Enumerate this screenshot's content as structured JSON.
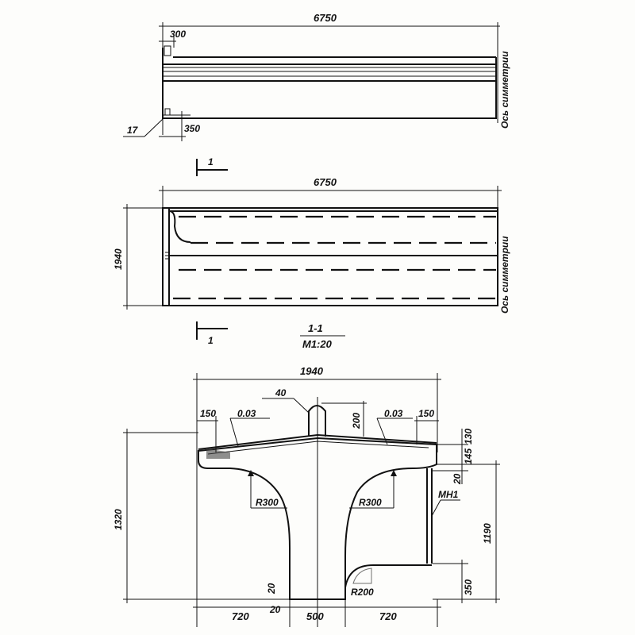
{
  "plan_view": {
    "length_dim": "6750",
    "dim_300": "300",
    "dim_350": "350",
    "callout_17": "17",
    "axis_label": "Ось симметрии"
  },
  "elevation_view": {
    "length_dim": "6750",
    "height_dim": "1940",
    "axis_label": "Ось симметрии",
    "section_mark": "1"
  },
  "section": {
    "title": "1-1",
    "scale": "М1:20",
    "width_dim": "1940",
    "stud_dim": "40",
    "stud_height": "200",
    "edge_left": "150",
    "edge_right": "150",
    "slope_left": "0.03",
    "slope_right": "0.03",
    "dim_130": "130",
    "dim_145": "145",
    "dim_20_right": "20",
    "height_total": "1320",
    "height_1190": "1190",
    "dim_350": "350",
    "radius_left": "R300",
    "radius_right": "R300",
    "radius_bottom": "R200",
    "callout_mn": "МН1",
    "dim_20_a": "20",
    "dim_20_b": "20",
    "bottom_left": "720",
    "bottom_mid": "500",
    "bottom_right": "720"
  }
}
